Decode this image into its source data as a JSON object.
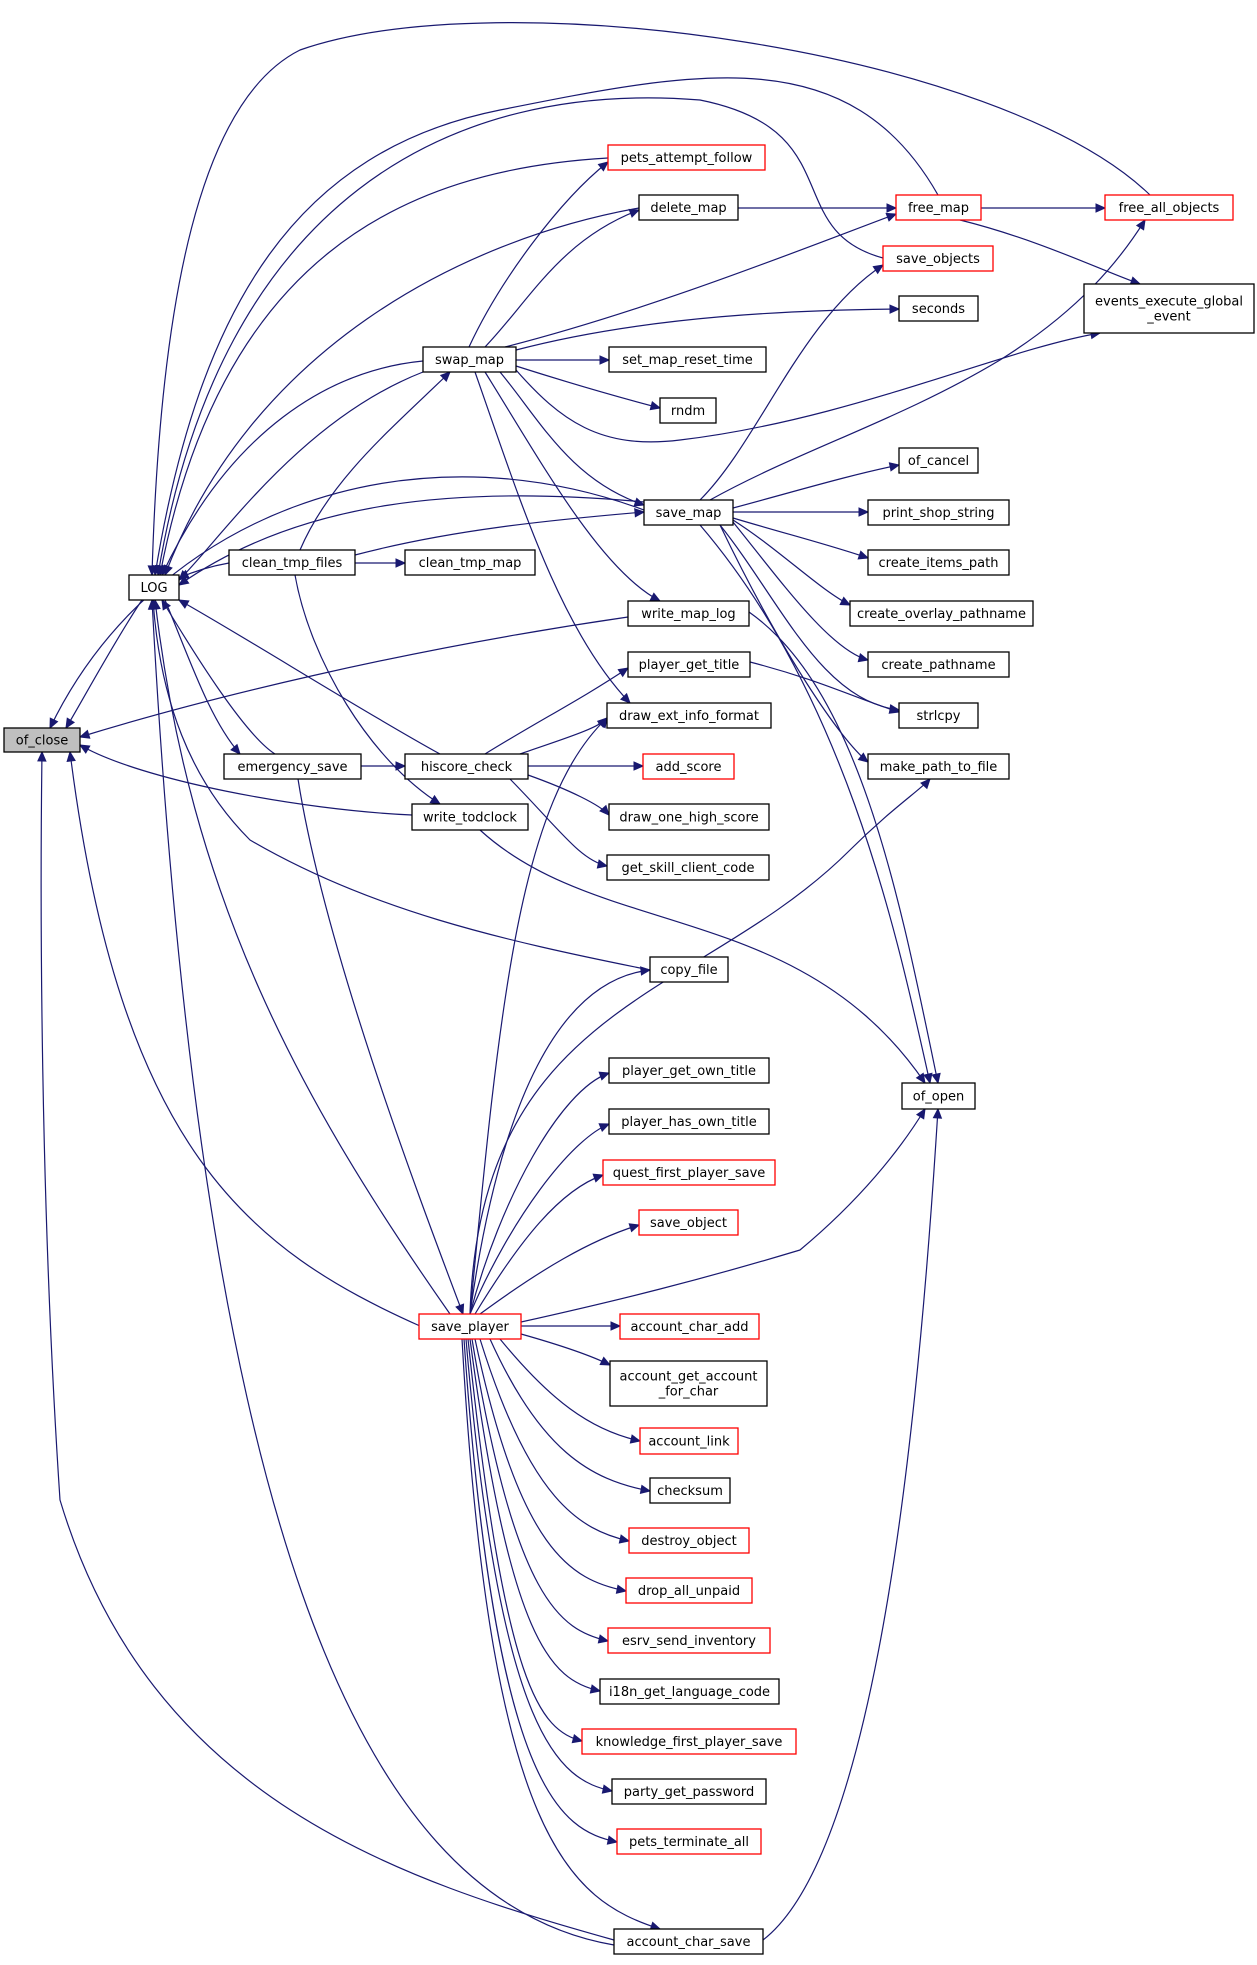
{
  "colors": {
    "edge": "#191970",
    "red_border": "#ff0000",
    "black_border": "#000000",
    "focus_fill": "#bfbfbf"
  },
  "nodes": [
    {
      "id": "of_close",
      "lines": [
        "of_close"
      ],
      "style": "focus"
    },
    {
      "id": "LOG",
      "lines": [
        "LOG"
      ],
      "style": "black"
    },
    {
      "id": "clean_tmp_files",
      "lines": [
        "clean_tmp_files"
      ],
      "style": "black"
    },
    {
      "id": "emergency_save",
      "lines": [
        "emergency_save"
      ],
      "style": "black"
    },
    {
      "id": "swap_map",
      "lines": [
        "swap_map"
      ],
      "style": "black"
    },
    {
      "id": "clean_tmp_map",
      "lines": [
        "clean_tmp_map"
      ],
      "style": "black"
    },
    {
      "id": "hiscore_check",
      "lines": [
        "hiscore_check"
      ],
      "style": "black"
    },
    {
      "id": "write_todclock",
      "lines": [
        "write_todclock"
      ],
      "style": "black"
    },
    {
      "id": "save_player",
      "lines": [
        "save_player"
      ],
      "style": "red"
    },
    {
      "id": "pets_attempt_follow",
      "lines": [
        "pets_attempt_follow"
      ],
      "style": "red"
    },
    {
      "id": "delete_map",
      "lines": [
        "delete_map"
      ],
      "style": "black"
    },
    {
      "id": "set_map_reset_time",
      "lines": [
        "set_map_reset_time"
      ],
      "style": "black"
    },
    {
      "id": "rndm",
      "lines": [
        "rndm"
      ],
      "style": "black"
    },
    {
      "id": "save_map",
      "lines": [
        "save_map"
      ],
      "style": "black"
    },
    {
      "id": "write_map_log",
      "lines": [
        "write_map_log"
      ],
      "style": "black"
    },
    {
      "id": "player_get_title",
      "lines": [
        "player_get_title"
      ],
      "style": "black"
    },
    {
      "id": "draw_ext_info_format",
      "lines": [
        "draw_ext_info_format"
      ],
      "style": "black"
    },
    {
      "id": "add_score",
      "lines": [
        "add_score"
      ],
      "style": "red"
    },
    {
      "id": "draw_one_high_score",
      "lines": [
        "draw_one_high_score"
      ],
      "style": "black"
    },
    {
      "id": "get_skill_client_code",
      "lines": [
        "get_skill_client_code"
      ],
      "style": "black"
    },
    {
      "id": "copy_file",
      "lines": [
        "copy_file"
      ],
      "style": "black"
    },
    {
      "id": "player_get_own_title",
      "lines": [
        "player_get_own_title"
      ],
      "style": "black"
    },
    {
      "id": "player_has_own_title",
      "lines": [
        "player_has_own_title"
      ],
      "style": "black"
    },
    {
      "id": "quest_first_player_save",
      "lines": [
        "quest_first_player_save"
      ],
      "style": "red"
    },
    {
      "id": "save_object",
      "lines": [
        "save_object"
      ],
      "style": "red"
    },
    {
      "id": "account_char_add",
      "lines": [
        "account_char_add"
      ],
      "style": "red"
    },
    {
      "id": "account_get_account_for_char",
      "lines": [
        "account_get_account",
        "_for_char"
      ],
      "style": "black"
    },
    {
      "id": "account_link",
      "lines": [
        "account_link"
      ],
      "style": "red"
    },
    {
      "id": "checksum",
      "lines": [
        "checksum"
      ],
      "style": "black"
    },
    {
      "id": "destroy_object",
      "lines": [
        "destroy_object"
      ],
      "style": "red"
    },
    {
      "id": "drop_all_unpaid",
      "lines": [
        "drop_all_unpaid"
      ],
      "style": "red"
    },
    {
      "id": "esrv_send_inventory",
      "lines": [
        "esrv_send_inventory"
      ],
      "style": "red"
    },
    {
      "id": "i18n_get_language_code",
      "lines": [
        "i18n_get_language_code"
      ],
      "style": "black"
    },
    {
      "id": "knowledge_first_player_save",
      "lines": [
        "knowledge_first_player_save"
      ],
      "style": "red"
    },
    {
      "id": "party_get_password",
      "lines": [
        "party_get_password"
      ],
      "style": "black"
    },
    {
      "id": "pets_terminate_all",
      "lines": [
        "pets_terminate_all"
      ],
      "style": "red"
    },
    {
      "id": "account_char_save",
      "lines": [
        "account_char_save"
      ],
      "style": "black"
    },
    {
      "id": "free_map",
      "lines": [
        "free_map"
      ],
      "style": "red"
    },
    {
      "id": "save_objects",
      "lines": [
        "save_objects"
      ],
      "style": "red"
    },
    {
      "id": "seconds",
      "lines": [
        "seconds"
      ],
      "style": "black"
    },
    {
      "id": "of_cancel",
      "lines": [
        "of_cancel"
      ],
      "style": "black"
    },
    {
      "id": "print_shop_string",
      "lines": [
        "print_shop_string"
      ],
      "style": "black"
    },
    {
      "id": "create_items_path",
      "lines": [
        "create_items_path"
      ],
      "style": "black"
    },
    {
      "id": "create_overlay_pathname",
      "lines": [
        "create_overlay_pathname"
      ],
      "style": "black"
    },
    {
      "id": "create_pathname",
      "lines": [
        "create_pathname"
      ],
      "style": "black"
    },
    {
      "id": "strlcpy",
      "lines": [
        "strlcpy"
      ],
      "style": "black"
    },
    {
      "id": "make_path_to_file",
      "lines": [
        "make_path_to_file"
      ],
      "style": "black"
    },
    {
      "id": "of_open",
      "lines": [
        "of_open"
      ],
      "style": "black"
    },
    {
      "id": "free_all_objects",
      "lines": [
        "free_all_objects"
      ],
      "style": "red"
    },
    {
      "id": "events_execute_global_event",
      "lines": [
        "events_execute_global",
        "_event"
      ],
      "style": "black"
    }
  ]
}
